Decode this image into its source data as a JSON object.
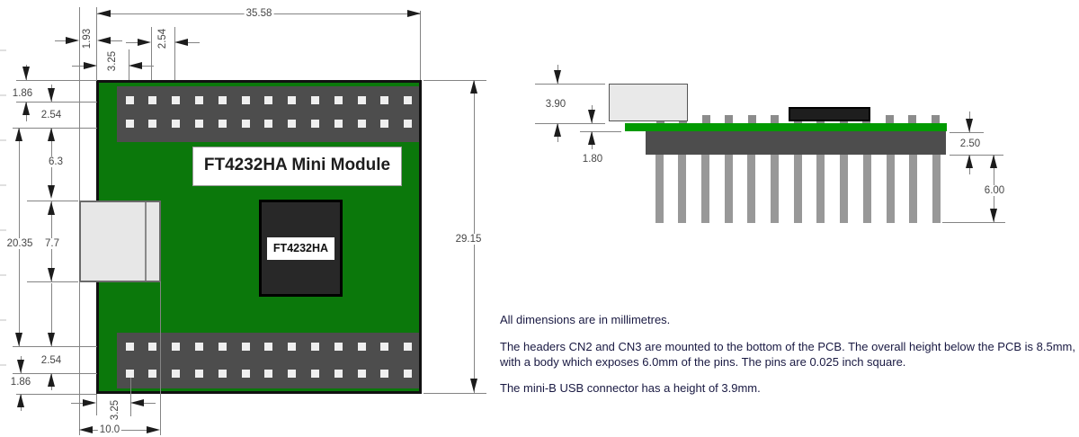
{
  "top_view": {
    "board_label": "FT4232HA Mini Module",
    "chip_label": "FT4232HA",
    "pins_per_row": 13,
    "pin_rows_per_header": 2
  },
  "side_view": {
    "pin_count": 13,
    "stub_count": 13
  },
  "dimensions": {
    "board_width": "35.58",
    "usb_overhang": "1.93",
    "pin_pitch": "2.54",
    "edge_to_pin1_top": "3.25",
    "edge_to_row1_top": "1.86",
    "row_pitch_top": "2.54",
    "row2_to_usb": "6.3",
    "row_to_row_span": "20.35",
    "usb_width_top": "7.7",
    "row_pitch_bottom": "2.54",
    "row_to_edge_bottom": "1.86",
    "edge_to_pin1_bottom": "3.25",
    "usb_length": "10.0",
    "board_height": "29.15",
    "usb_height_side": "3.90",
    "pcb_gap": "1.80",
    "header_body_height": "2.50",
    "pin_exposed_length": "6.00"
  },
  "notes": {
    "line1": "All dimensions are in millimetres.",
    "para": "The headers CN2 and CN3 are mounted to the bottom of the PCB.  The overall height below the PCB is 8.5mm, with a body which exposes 6.0mm of the pins. The pins are 0.025 inch square.",
    "line3": "The mini-B USB connector has a height of 3.9mm."
  },
  "colors": {
    "pcb_green": "#0b780b",
    "side_pcb_green": "#019a01",
    "header_gray": "#4d4d4d",
    "pad_white": "#efefef",
    "usb_gray": "#e7e7e7",
    "chip_dark": "#282828",
    "stub_gray": "#8c8c8c",
    "side_pin_gray": "#989898",
    "line_gray": "#848484",
    "arrow_black": "#1c1c1c",
    "dim_text": "#464646",
    "note_text": "#191942"
  }
}
